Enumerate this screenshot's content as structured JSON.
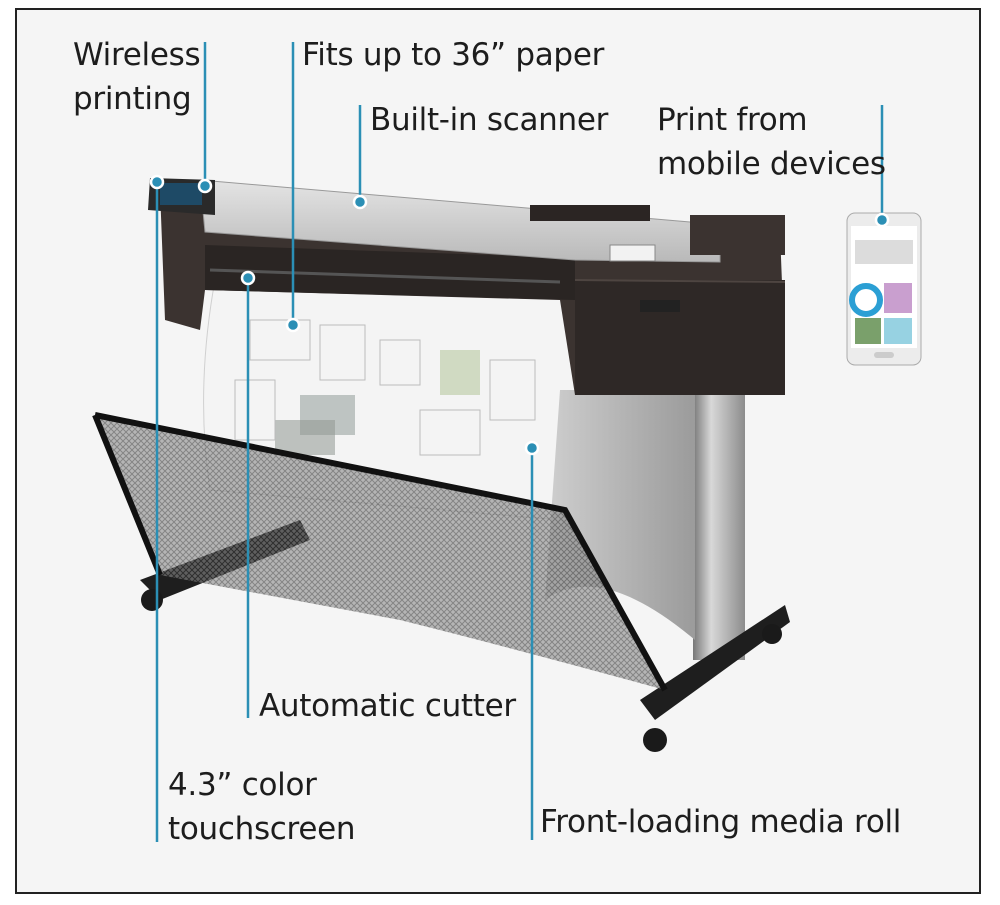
{
  "callouts": {
    "wireless_printing": "Wireless printing",
    "fits_paper": "Fits up to 36” paper",
    "built_in_scanner": "Built-in scanner",
    "print_from_mobile": "Print from mobile devices",
    "automatic_cutter": "Automatic cutter",
    "color_touchscreen": "4.3” color touchscreen",
    "front_loading_roll": "Front-loading media roll"
  },
  "callout_lines": {
    "wireless_line1": "Wireless",
    "wireless_line2": "printing",
    "mobile_line1": "Print from",
    "mobile_line2": "mobile devices",
    "touchscreen_line1": "4.3” color",
    "touchscreen_line2": "touchscreen"
  },
  "colors": {
    "leader": "#2b8fb5",
    "frame": "#222222",
    "background": "#f5f5f5"
  }
}
